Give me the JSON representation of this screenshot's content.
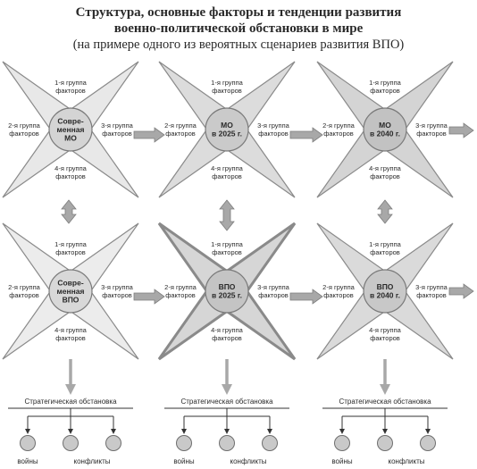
{
  "title": {
    "line1": "Структура, основные факторы и тенденции развития",
    "line2": "военно-политической обстановки в мире",
    "line3": "(на примере одного из вероятных сценариев развития ВПО)"
  },
  "factors": {
    "group1": [
      "1-я группа",
      "факторов"
    ],
    "group2": [
      "2-я группа",
      "факторов"
    ],
    "group3": [
      "3-я группа",
      "факторов"
    ],
    "group4": [
      "4-я группа",
      "факторов"
    ]
  },
  "crosses": [
    {
      "center": [
        "Совре-",
        "менная",
        "МО"
      ],
      "fill": "#e8e8e8",
      "circle": "#d4d4d4"
    },
    {
      "center": [
        "МО",
        "в 2025 г."
      ],
      "fill": "#dcdcdc",
      "circle": "#cacaca"
    },
    {
      "center": [
        "МО",
        "в 2040 г."
      ],
      "fill": "#d4d4d4",
      "circle": "#c2c2c2"
    },
    {
      "center": [
        "Совре-",
        "менная",
        "ВПО"
      ],
      "fill": "#ececec",
      "circle": "#d8d8d8"
    },
    {
      "center": [
        "ВПО",
        "в 2025 г."
      ],
      "fill": "#d6d6d6",
      "circle": "#c4c4c4"
    },
    {
      "center": [
        "ВПО",
        "в 2040 г."
      ],
      "fill": "#dadada",
      "circle": "#c8c8c8"
    }
  ],
  "strategic": {
    "label": "Стратегическая обстановка",
    "wars": "войны",
    "conflicts": "конфликты"
  },
  "colors": {
    "outline": "#8a8a8a",
    "arrow": "#a8a8a8",
    "text": "#2a2a2a"
  }
}
